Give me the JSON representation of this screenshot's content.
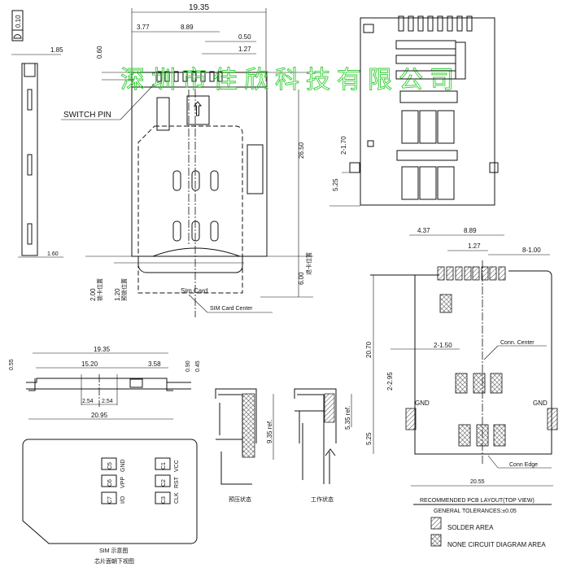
{
  "watermark": "深圳市佳欣科技有限公司",
  "side_view": {
    "flatness": "0.10",
    "thickness": "1.85",
    "base": "1.60"
  },
  "top_view": {
    "width": "19.35",
    "offset": "3.77",
    "pitch_span": "8.89",
    "pin_width": "0.50",
    "pitch": "1.27",
    "pin_height": "0.60",
    "length": "26.50",
    "switch_pin": "SWITCH PIN",
    "lock_pos": "2.00",
    "lock_pos_label": "锁卡位置",
    "prelock_pos": "1.20",
    "prelock_pos_label": "预锁位置",
    "eject_pos": "6.00",
    "eject_pos_label": "退卡位置",
    "sim_card": "Sim Card",
    "sim_card_center": "SIM Card Center"
  },
  "bottom_view": {
    "pad_width": "2-1.70",
    "pad_offset": "5.25"
  },
  "pcb_layout": {
    "offset": "4.37",
    "pitch_span": "8.89",
    "pitch": "1.27",
    "pad_width": "8-1.00",
    "height": "20.70",
    "gnd_width": "2-1.50",
    "gnd_height": "2-2.95",
    "bottom_offset": "5.25",
    "width": "20.55",
    "conn_center": "Conn. Center",
    "conn_edge": "Conn Edge",
    "gnd_left": "GND",
    "gnd_right": "GND",
    "title": "RECOMMENDED PCB LAYOUT(TOP VIEW)",
    "tolerance": "GENERAL TOLERANCES:±0.05",
    "legend": [
      {
        "label": "SOLDER AREA",
        "pattern": "hatch"
      },
      {
        "label": "NONE CIRCUIT DIAGRAM AREA",
        "pattern": "cross"
      }
    ]
  },
  "front_view": {
    "width": "19.35",
    "span": "15.20",
    "right": "3.58",
    "p1": "2.54",
    "p2": "2.54",
    "total": "20.95",
    "h1": "0.55",
    "h2": "0.90",
    "h3": "0.45"
  },
  "sim_card": {
    "contacts": [
      {
        "id": "C5",
        "name": "GND"
      },
      {
        "id": "C6",
        "name": "VPP"
      },
      {
        "id": "C7",
        "name": "I/O"
      },
      {
        "id": "C1",
        "name": "VCC"
      },
      {
        "id": "C2",
        "name": "RST"
      },
      {
        "id": "C3",
        "name": "CLK"
      }
    ],
    "caption1": "SIM 示意图",
    "caption2": "芯片面朝下视图"
  },
  "sections": {
    "preload_dim": "9.35 ref.",
    "preload_label": "预压状态",
    "working_dim": "5.35 ref.",
    "working_label": "工作状态"
  }
}
